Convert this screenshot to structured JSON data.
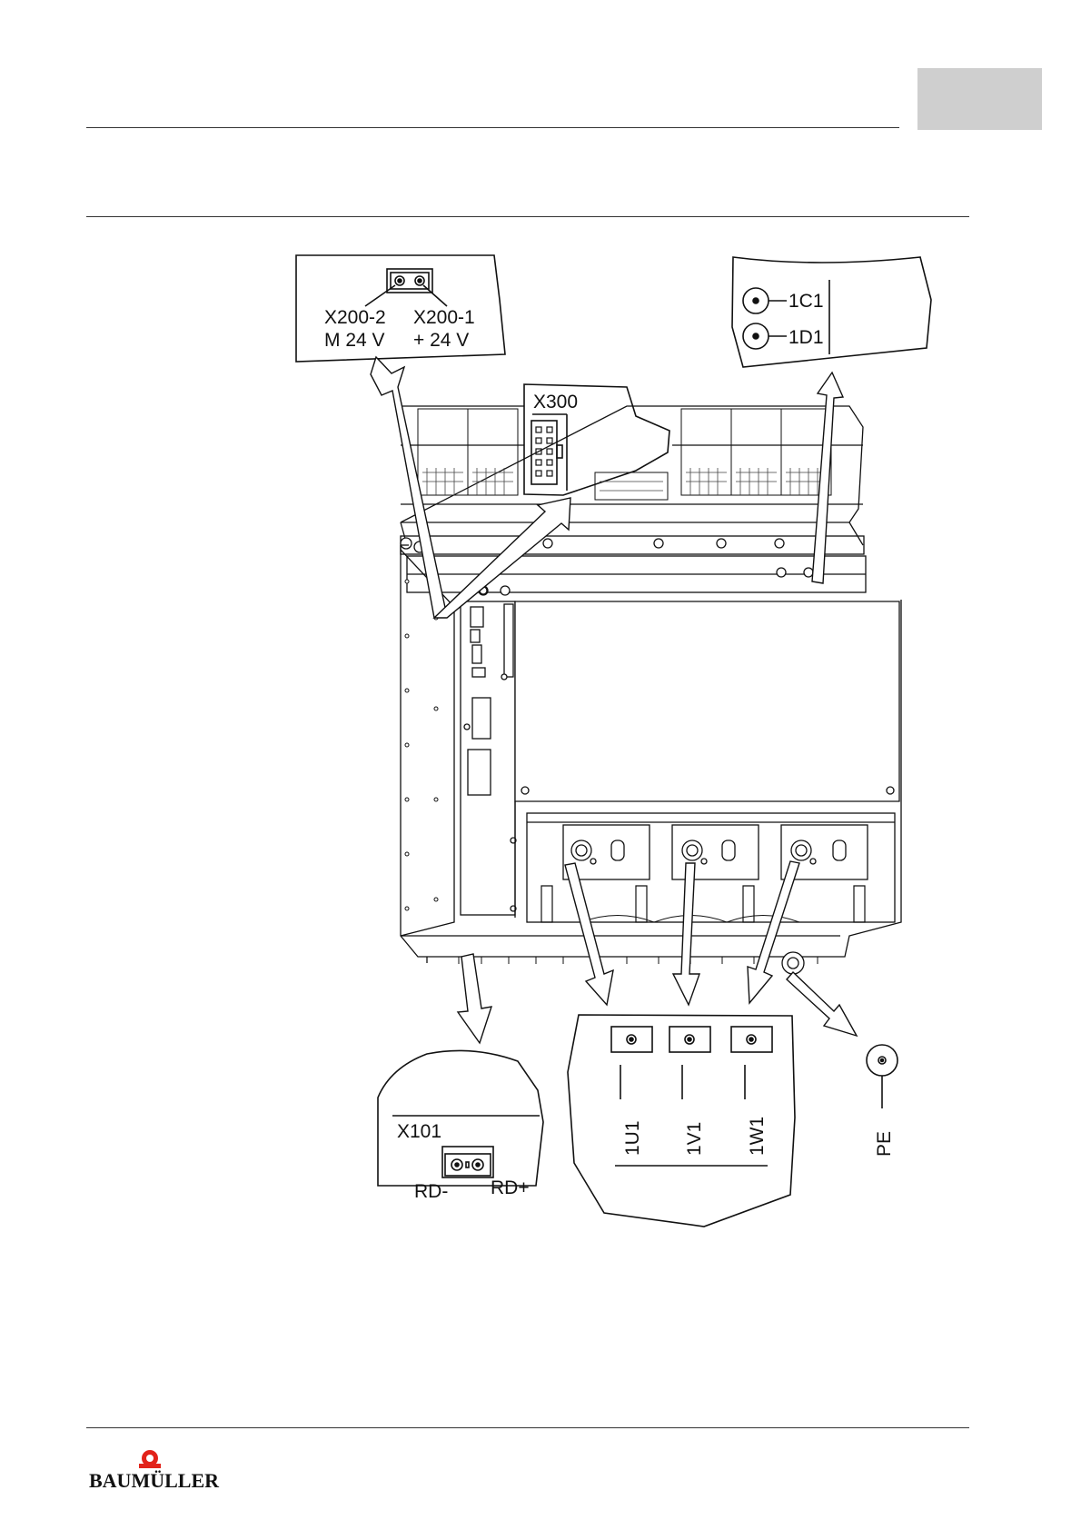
{
  "header": {
    "tab_color": "#cfcfcf"
  },
  "labels": {
    "x200_2": "X200-2",
    "x200_1": "X200-1",
    "m24v": "M 24 V",
    "p24v": "+ 24 V",
    "c1": "1C1",
    "d1": "1D1",
    "x300": "X300",
    "x101": "X101",
    "rdm": "RD-",
    "rdp": "RD+",
    "u1": "1U1",
    "v1": "1V1",
    "w1": "1W1",
    "pe": "PE"
  },
  "footer": {
    "logo_text": "BAUMÜLLER",
    "logo_color": "#e2231a"
  }
}
